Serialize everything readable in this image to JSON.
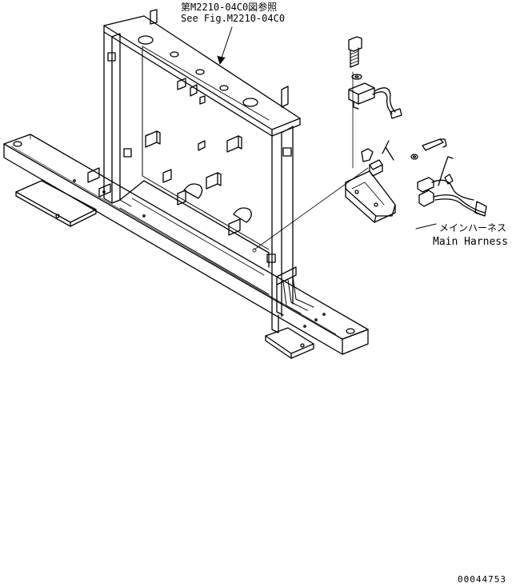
{
  "labels": {
    "reference_jp": "第M2210-04C0図参照",
    "reference_en": "See Fig.M2210-04C0",
    "harness_jp": "メインハーネス",
    "harness_en": "Main Harness",
    "doc_id": "00044753"
  }
}
